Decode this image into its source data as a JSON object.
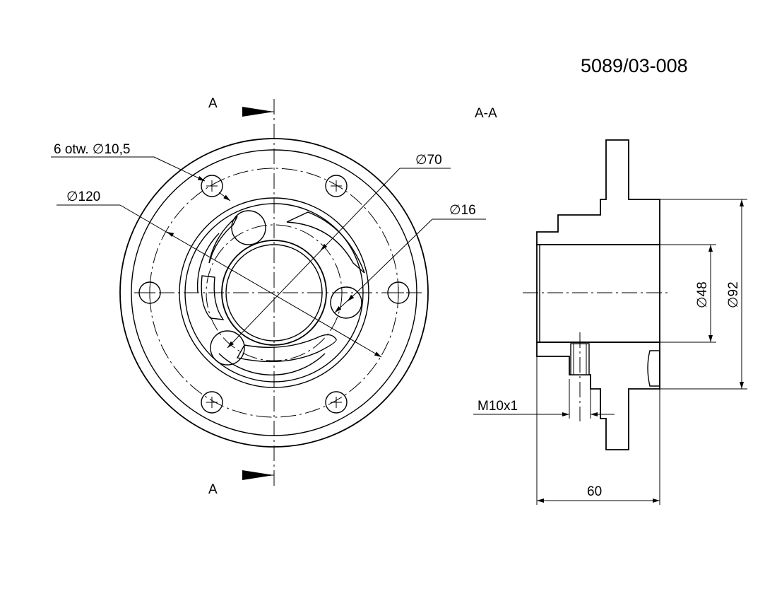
{
  "drawing_number": "5089/03-008",
  "front_view": {
    "section_marker_top": "A",
    "section_marker_bottom": "A",
    "holes_callout": "6 otw. ∅10,5",
    "dia_outer": "∅120",
    "dia_bolt_circle": "∅70",
    "dia_slot": "∅16"
  },
  "section_view": {
    "title": "A-A",
    "dia_bore": "∅48",
    "dia_flange": "∅92",
    "thread": "M10x1",
    "length": "60"
  }
}
